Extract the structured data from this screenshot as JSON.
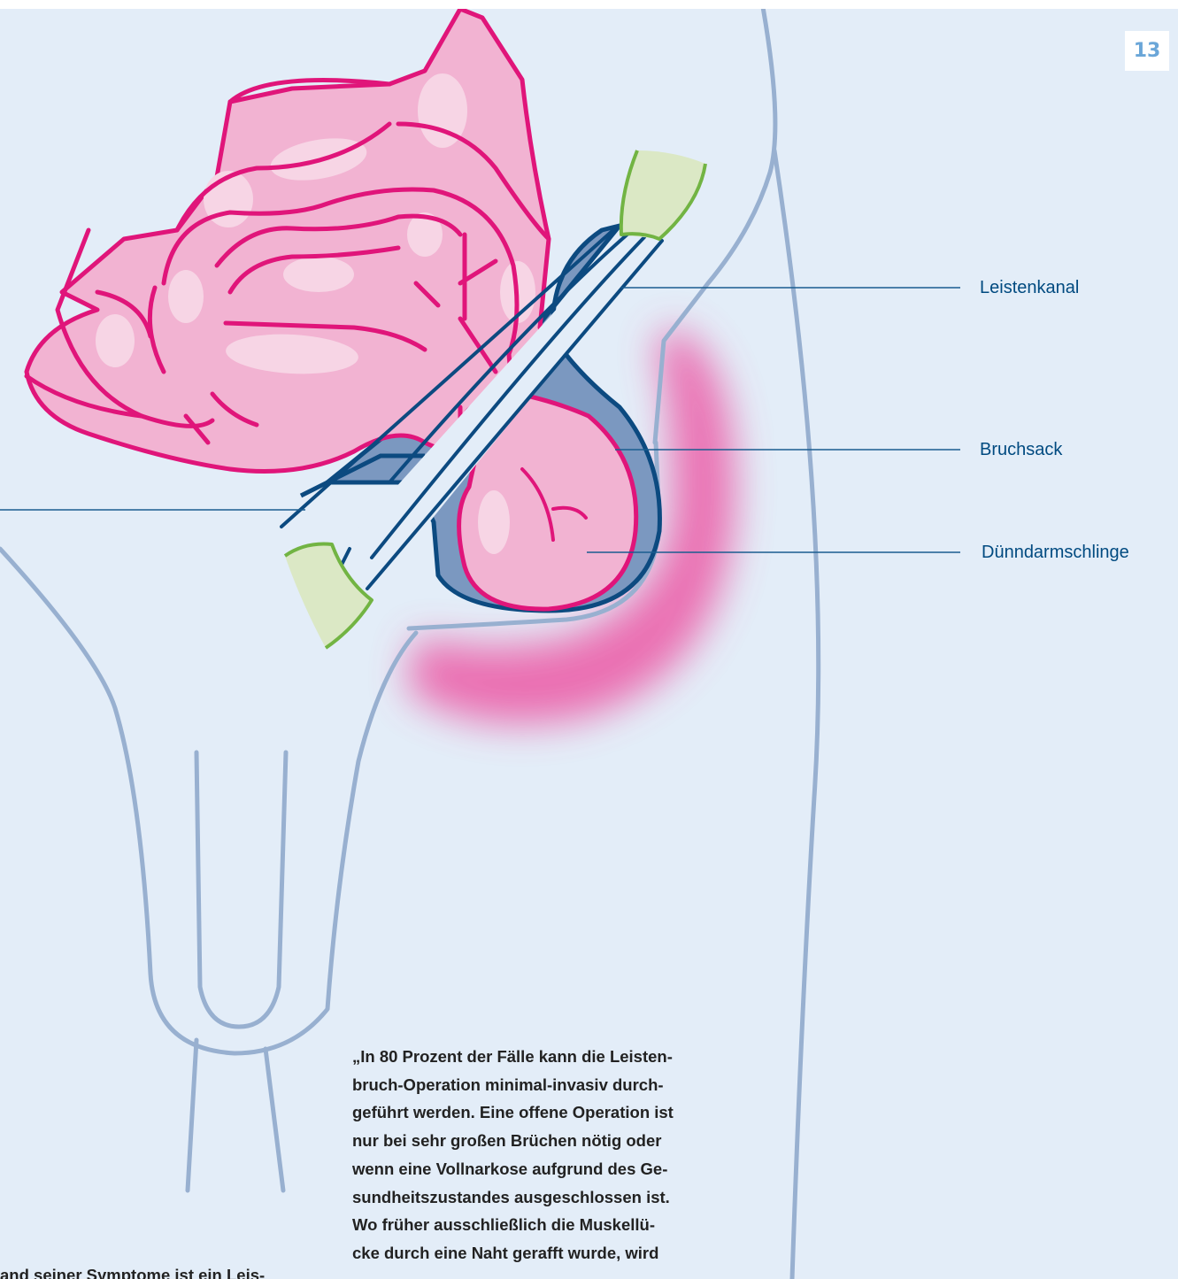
{
  "page": {
    "number": "13"
  },
  "labels": {
    "leistenkanal": "Leistenkanal",
    "bruchsack": "Bruchsack",
    "duenndarmschlinge": "Dünndarmschlinge"
  },
  "quote": {
    "lines": [
      "„In 80 Prozent der Fälle kann die Leisten-",
      "bruch-Operation minimal-invasiv durch-",
      "geführt werden. Eine offene Operation ist",
      "nur bei sehr großen Brüchen nötig oder",
      "wenn eine Vollnarkose aufgrund des Ge-",
      "sundheitszustandes ausgeschlossen ist.",
      "Wo früher ausschließlich die Muskellü-",
      "cke durch eine Naht gerafft wurde, wird"
    ]
  },
  "body_text": {
    "partial_line": "and seiner Symptome ist ein Leis-"
  },
  "colors": {
    "background": "#e3edf8",
    "body_outline": "#98b0d0",
    "intestine_fill": "#f2b3d2",
    "intestine_stroke": "#e0157a",
    "sac_fill": "#7b98c0",
    "sac_stroke": "#0c4a80",
    "ligament_fill": "#dbe8c5",
    "ligament_stroke": "#72b443",
    "label_text": "#004a80"
  }
}
